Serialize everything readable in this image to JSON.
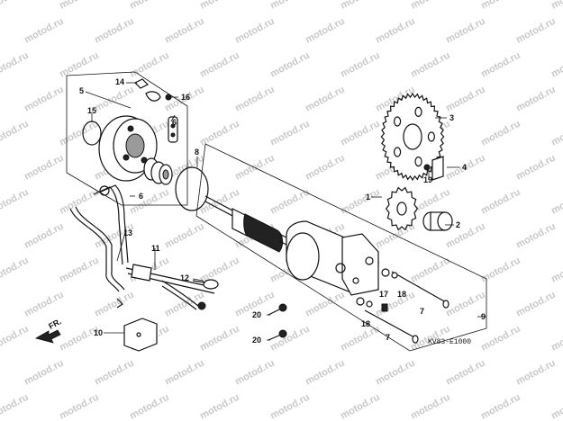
{
  "watermark": "motod.ru",
  "diagram_code": "KV83-E1000",
  "front_arrow_label": "FR.",
  "callouts": [
    {
      "id": "c1",
      "text": "1"
    },
    {
      "id": "c2",
      "text": "2"
    },
    {
      "id": "c3",
      "text": "3"
    },
    {
      "id": "c4",
      "text": "4"
    },
    {
      "id": "c5",
      "text": "5"
    },
    {
      "id": "c6a",
      "text": "6"
    },
    {
      "id": "c6b",
      "text": "6"
    },
    {
      "id": "c7a",
      "text": "7"
    },
    {
      "id": "c7b",
      "text": "7"
    },
    {
      "id": "c8",
      "text": "8"
    },
    {
      "id": "c9",
      "text": "9"
    },
    {
      "id": "c10",
      "text": "10"
    },
    {
      "id": "c11",
      "text": "11"
    },
    {
      "id": "c12",
      "text": "12"
    },
    {
      "id": "c13",
      "text": "13"
    },
    {
      "id": "c14",
      "text": "14"
    },
    {
      "id": "c15",
      "text": "15"
    },
    {
      "id": "c16",
      "text": "16"
    },
    {
      "id": "c17",
      "text": "17"
    },
    {
      "id": "c18a",
      "text": "18"
    },
    {
      "id": "c18b",
      "text": "18"
    },
    {
      "id": "c19",
      "text": "19"
    },
    {
      "id": "c20a",
      "text": "20"
    },
    {
      "id": "c20b",
      "text": "20"
    }
  ]
}
